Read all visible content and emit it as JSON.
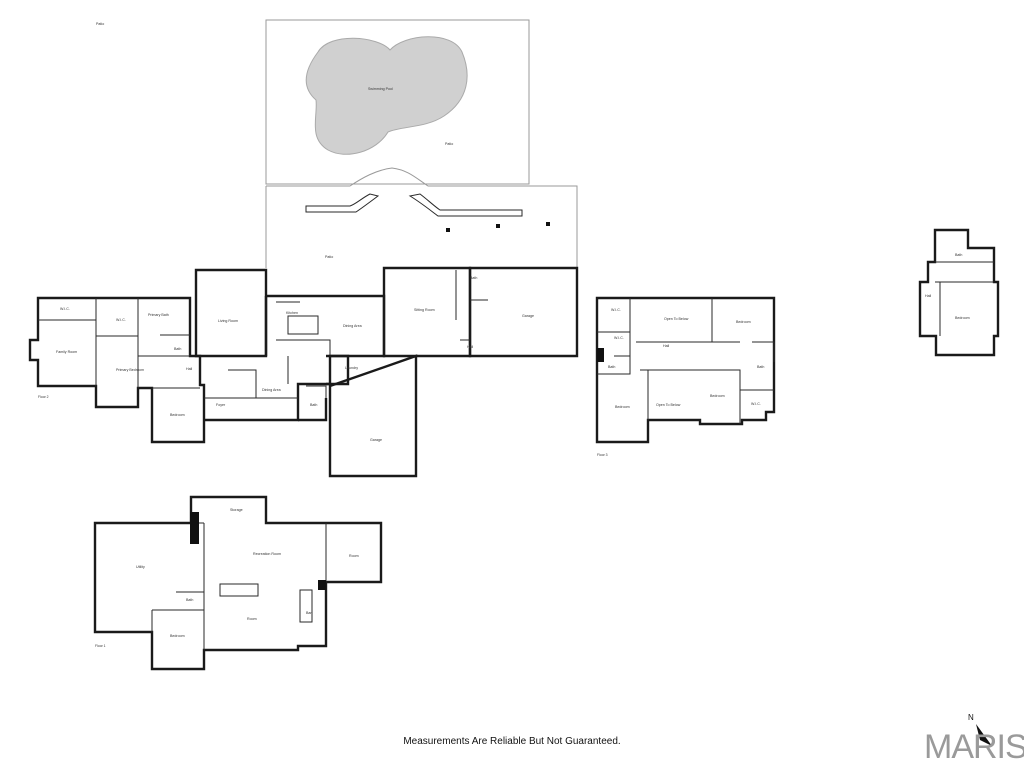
{
  "plan": {
    "exterior": {
      "patio_top": "Patio",
      "swimming_pool": "Swimming Pool",
      "patio_pool": "Patio",
      "patio_main": "Patio"
    },
    "floor_2": {
      "label": "Floor 2",
      "rooms": {
        "wic_a": "W.I.C.",
        "wic_b": "W.I.C.",
        "primary_bath": "Primary Bath",
        "family_room": "Family Room",
        "primary_bedroom": "Primary Bedroom",
        "bath_a": "Bath",
        "hall_a": "Hall",
        "bedroom_a": "Bedroom",
        "living_room": "Living Room",
        "kitchen": "Kitchen",
        "dining_area_a": "Dining Area",
        "sitting_room": "Sitting Room",
        "bath_b": "Bath",
        "hall_b": "Hall",
        "garage_a": "Garage",
        "dining_area_b": "Dining Area",
        "foyer": "Foyer",
        "laundry": "Laundry",
        "bath_c": "Bath",
        "garage_b": "Garage"
      }
    },
    "floor_3": {
      "label": "Floor 3",
      "rooms": {
        "wic_a": "W.I.C.",
        "open_to_below_a": "Open To Below",
        "bedroom_a": "Bedroom",
        "wic_b": "W.I.C.",
        "hall": "Hall",
        "bath_a": "Bath",
        "bath_b": "Bath",
        "bedroom_b": "Bedroom",
        "open_to_below_b": "Open To Below",
        "bedroom_c": "Bedroom",
        "wic_c": "W.I.C."
      }
    },
    "floor_4": {
      "rooms": {
        "bath": "Bath",
        "hall": "Hall",
        "bedroom": "Bedroom"
      }
    },
    "floor_1": {
      "label": "Floor 1",
      "rooms": {
        "storage": "Storage",
        "utility": "Utility",
        "recreation_room": "Recreation Room",
        "room_right": "Room",
        "bath": "Bath",
        "bar": "Bar",
        "room_center": "Room",
        "bedroom": "Bedroom"
      }
    }
  },
  "footer": {
    "note": "Measurements Are Reliable But Not Guaranteed.",
    "brand": "MARIS",
    "north": "N"
  }
}
